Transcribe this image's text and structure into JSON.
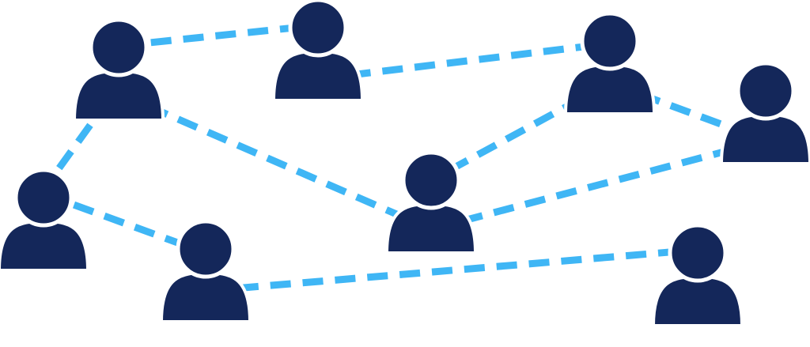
{
  "colors": {
    "background": "#ffffff",
    "person": "#14275a",
    "link": "#3fb6f5"
  },
  "nodes": [
    {
      "id": "n1",
      "icon": "person-icon"
    },
    {
      "id": "n2",
      "icon": "person-icon"
    },
    {
      "id": "n3",
      "icon": "person-icon"
    },
    {
      "id": "n4",
      "icon": "person-icon"
    },
    {
      "id": "n5",
      "icon": "person-icon"
    },
    {
      "id": "n6",
      "icon": "person-icon"
    },
    {
      "id": "n7",
      "icon": "person-icon"
    },
    {
      "id": "n8",
      "icon": "person-icon"
    },
    {
      "id": "n9",
      "icon": "person-icon"
    }
  ],
  "edges": [
    {
      "from": "n1",
      "to": "n2"
    },
    {
      "from": "n2",
      "to": "n3"
    },
    {
      "from": "n1",
      "to": "n4"
    },
    {
      "from": "n1",
      "to": "n5"
    },
    {
      "from": "n4",
      "to": "n6"
    },
    {
      "from": "n3",
      "to": "n5"
    },
    {
      "from": "n3",
      "to": "n7"
    },
    {
      "from": "n5",
      "to": "n7"
    },
    {
      "from": "n6",
      "to": "n8"
    }
  ]
}
